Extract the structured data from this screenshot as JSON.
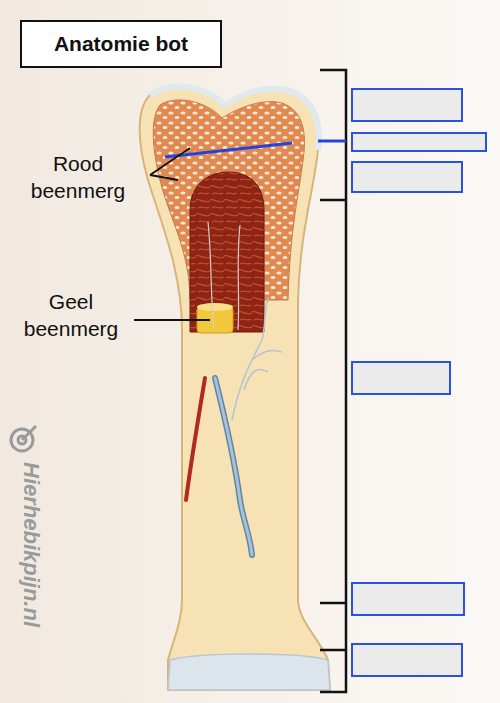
{
  "diagram": {
    "title": "Anatomie bot",
    "labels": [
      "Rood beenmerg",
      "Geel beenmerg",
      "Hierhebikpijn.nl"
    ]
  }
}
